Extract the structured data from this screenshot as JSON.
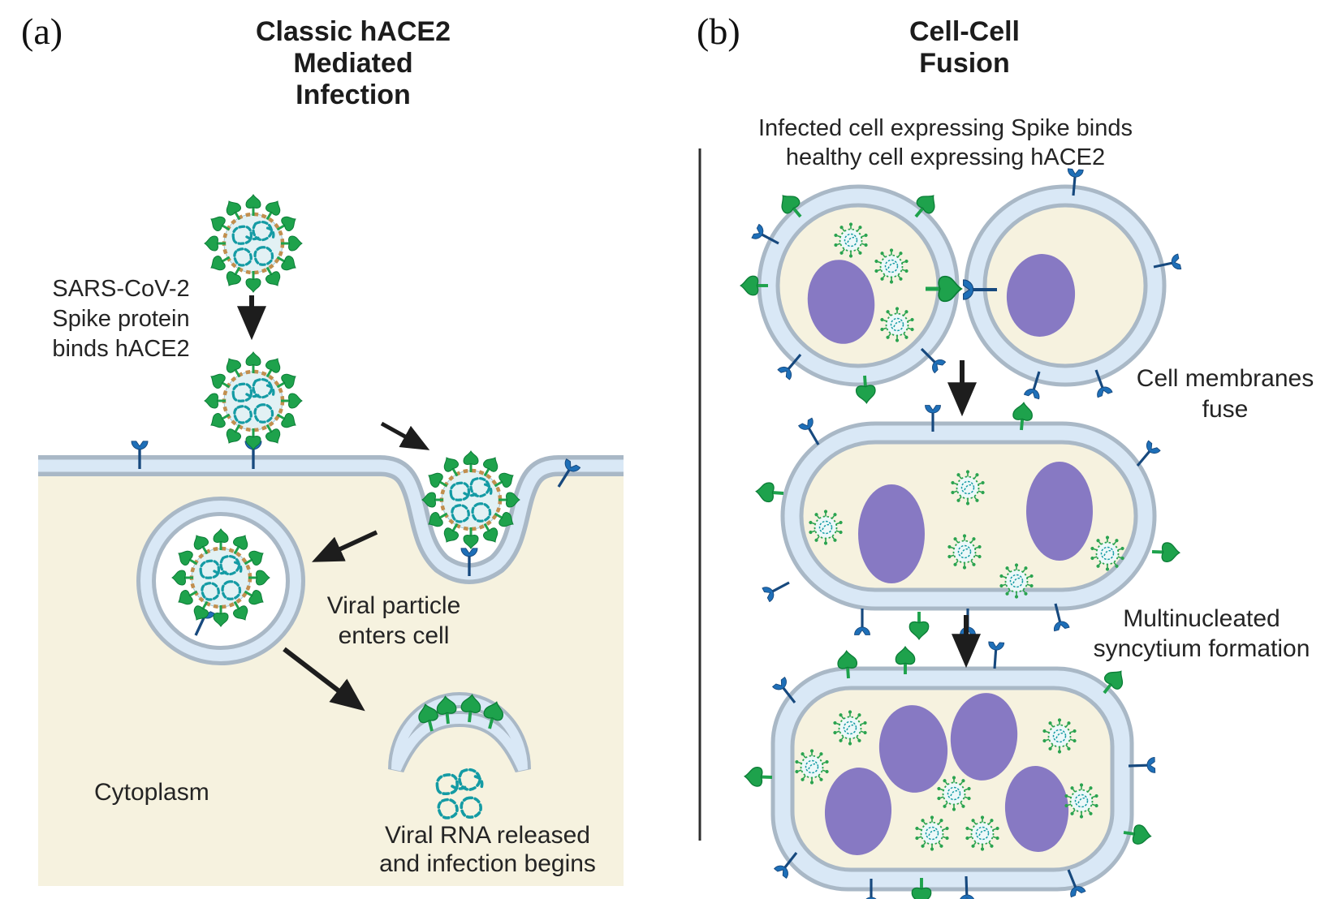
{
  "figure": {
    "panel_a": {
      "panel_label": "(a)",
      "title": "Classic hACE2\nMediated\nInfection",
      "labels": {
        "binding": "SARS-CoV-2\nSpike protein\nbinds hACE2",
        "entry": "Viral particle\nenters cell",
        "cytoplasm": "Cytoplasm",
        "release": "Viral RNA released\nand infection begins"
      }
    },
    "panel_b": {
      "panel_label": "(b)",
      "title": "Cell-Cell\nFusion",
      "subtitle": "Infected cell expressing Spike binds\nhealthy cell expressing hACE2",
      "labels": {
        "fusion": "Cell membranes\nfuse",
        "syncytium": "Multinucleated\nsyncytium formation"
      }
    },
    "icons": {
      "virion": "coronavirus-virion-icon",
      "spike": "spike-protein-icon",
      "receptor": "hace2-receptor-icon",
      "rna": "viral-rna-icon",
      "nucleus": "cell-nucleus",
      "arrow": "arrow-down-icon"
    },
    "colors": {
      "background": "#ffffff",
      "cytoplasm": "#f6f2df",
      "membrane_band": "#d9e8f6",
      "membrane_stroke": "#a9b8c6",
      "vesicle_interior": "#ffffff",
      "spike_green": "#1ea24c",
      "spike_green_dark": "#0c7d37",
      "receptor_blue": "#1e6fb8",
      "receptor_stem": "#17497e",
      "nucleus_purple": "#8779c3",
      "virus_body": "#e2f1f4",
      "virus_ring_tan": "#c28f4e",
      "rna_teal": "#149ba4",
      "mini_green": "#2aa34f",
      "arrow_black": "#1d1d1d",
      "text": "#242424",
      "divider": "#2e2e2e"
    }
  }
}
